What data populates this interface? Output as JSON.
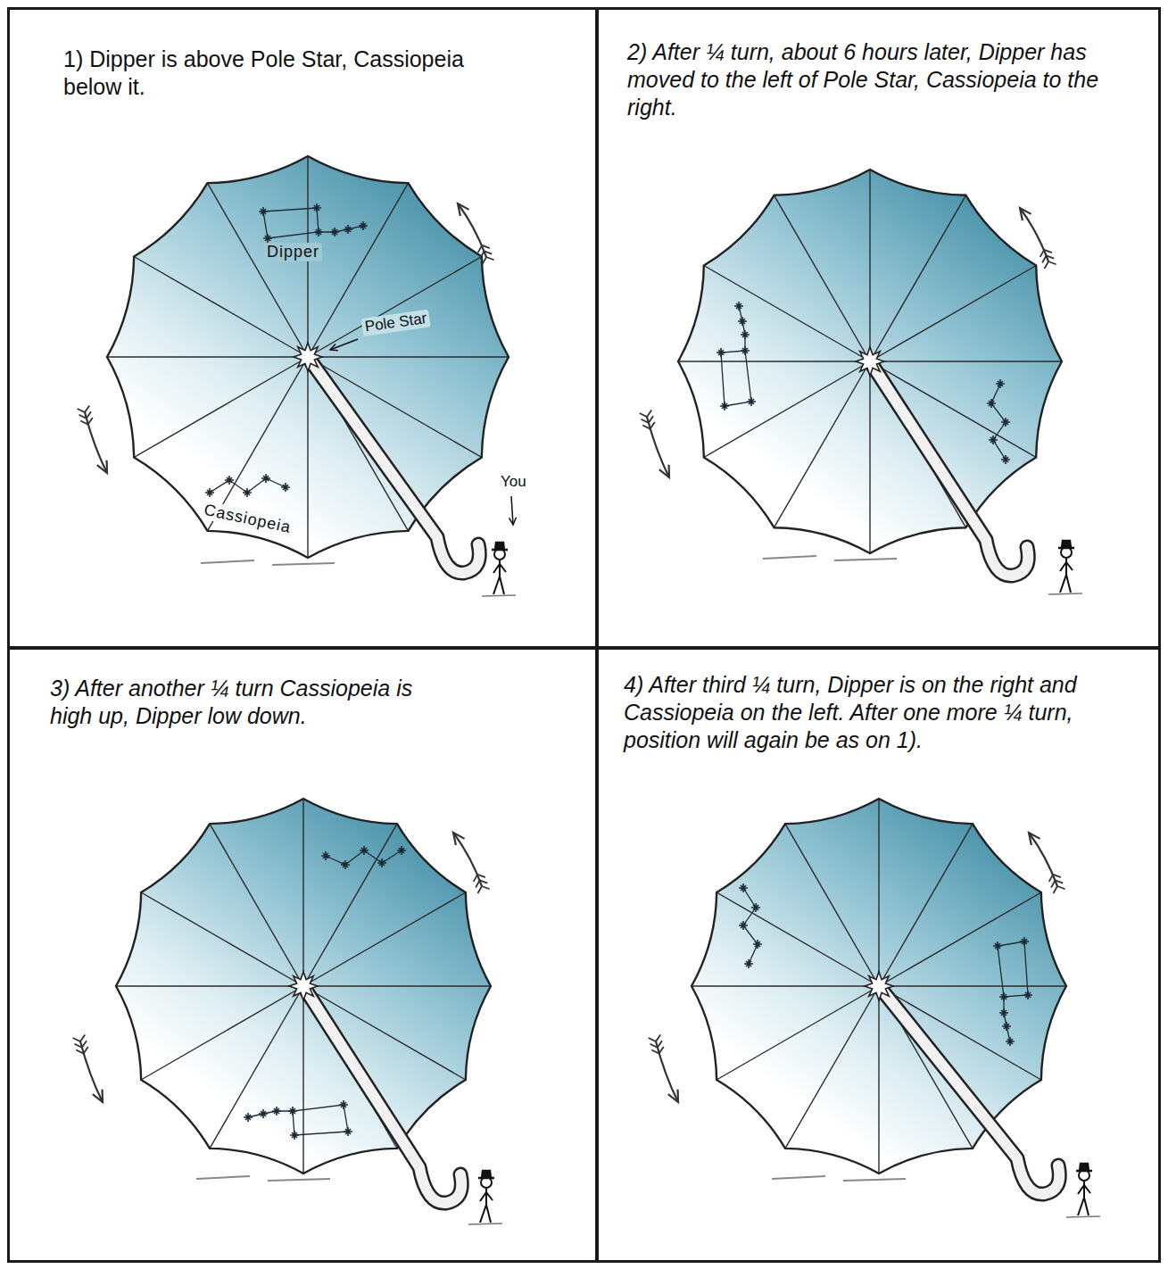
{
  "diagram": {
    "nodes": [
      {
        "text": [
          "1) Dipper is above Pole Star, Cassiopeia below it."
        ]
      },
      {
        "text": [
          "2) After ¼ turn, about 6 hours later, Dipper has moved to the left of Pole Star, Cassiopeia to the right."
        ]
      },
      {
        "text": [
          "3) After another ¼ turn Cassiopeia is high up, Dipper low down."
        ]
      },
      {
        "text": [
          "4) After third ¼ turn, Dipper is on the right and Cassiopeia on the left. After one more ¼ turn, position will again be as on 1)."
        ]
      }
    ],
    "labels": [
      "Dipper",
      "Pole Star",
      "Cassiopeia",
      "You"
    ]
  }
}
